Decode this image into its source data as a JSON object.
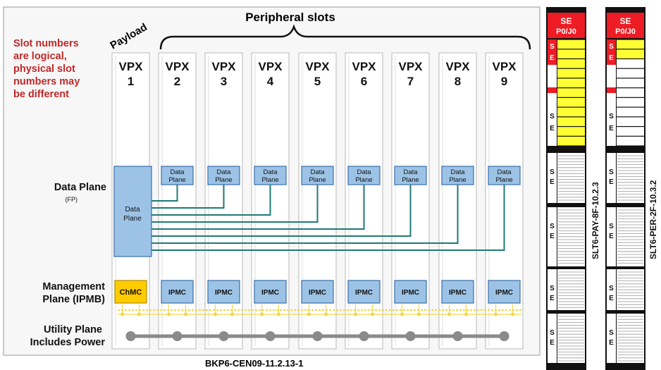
{
  "note": {
    "lines": [
      "Slot numbers",
      "are logical,",
      "physical slot",
      "numbers may",
      "be different"
    ]
  },
  "payload_label": "Payload",
  "peripheral_label": "Peripheral slots",
  "slots": [
    {
      "vpx": "VPX",
      "num": "1"
    },
    {
      "vpx": "VPX",
      "num": "2"
    },
    {
      "vpx": "VPX",
      "num": "3"
    },
    {
      "vpx": "VPX",
      "num": "4"
    },
    {
      "vpx": "VPX",
      "num": "5"
    },
    {
      "vpx": "VPX",
      "num": "6"
    },
    {
      "vpx": "VPX",
      "num": "7"
    },
    {
      "vpx": "VPX",
      "num": "8"
    },
    {
      "vpx": "VPX",
      "num": "9"
    }
  ],
  "planes": {
    "data_plane": "Data Plane",
    "data_plane_sub": "(FP)",
    "mgmt_line1": "Management",
    "mgmt_line2": "Plane (IPMB)",
    "util_line1": "Utility Plane",
    "util_line2": "Includes Power"
  },
  "payload_dp": {
    "line1": "Data",
    "line2": "Plane"
  },
  "periph_dp": {
    "line1": "Data",
    "line2": "Plane"
  },
  "chmc": "ChMC",
  "ipmc": "IPMC",
  "backplane_id": "BKP6-CEN09-11.2.13-1",
  "se_cards": [
    {
      "top_label": "SE",
      "top_sub": "P0/J0",
      "side_label": "SLT6-PAY-8F-10.2.3"
    },
    {
      "top_label": "SE",
      "top_sub": "P0/J0",
      "side_label": "SLT6-PER-2F-10.3.2"
    }
  ],
  "se_letter_s": "S",
  "se_letter_e": "E",
  "colors": {
    "note_red": "#c0282a",
    "box_blue": "#9cc3e6",
    "box_border": "#3a6fa8",
    "chmc_yellow": "#ffcc00",
    "trace_green": "#1f7a73",
    "ipmb_yellow": "#f0d64a",
    "power_gray": "#8a8a8a",
    "card_red": "#ee1c24",
    "card_yellow": "#ffff33"
  }
}
